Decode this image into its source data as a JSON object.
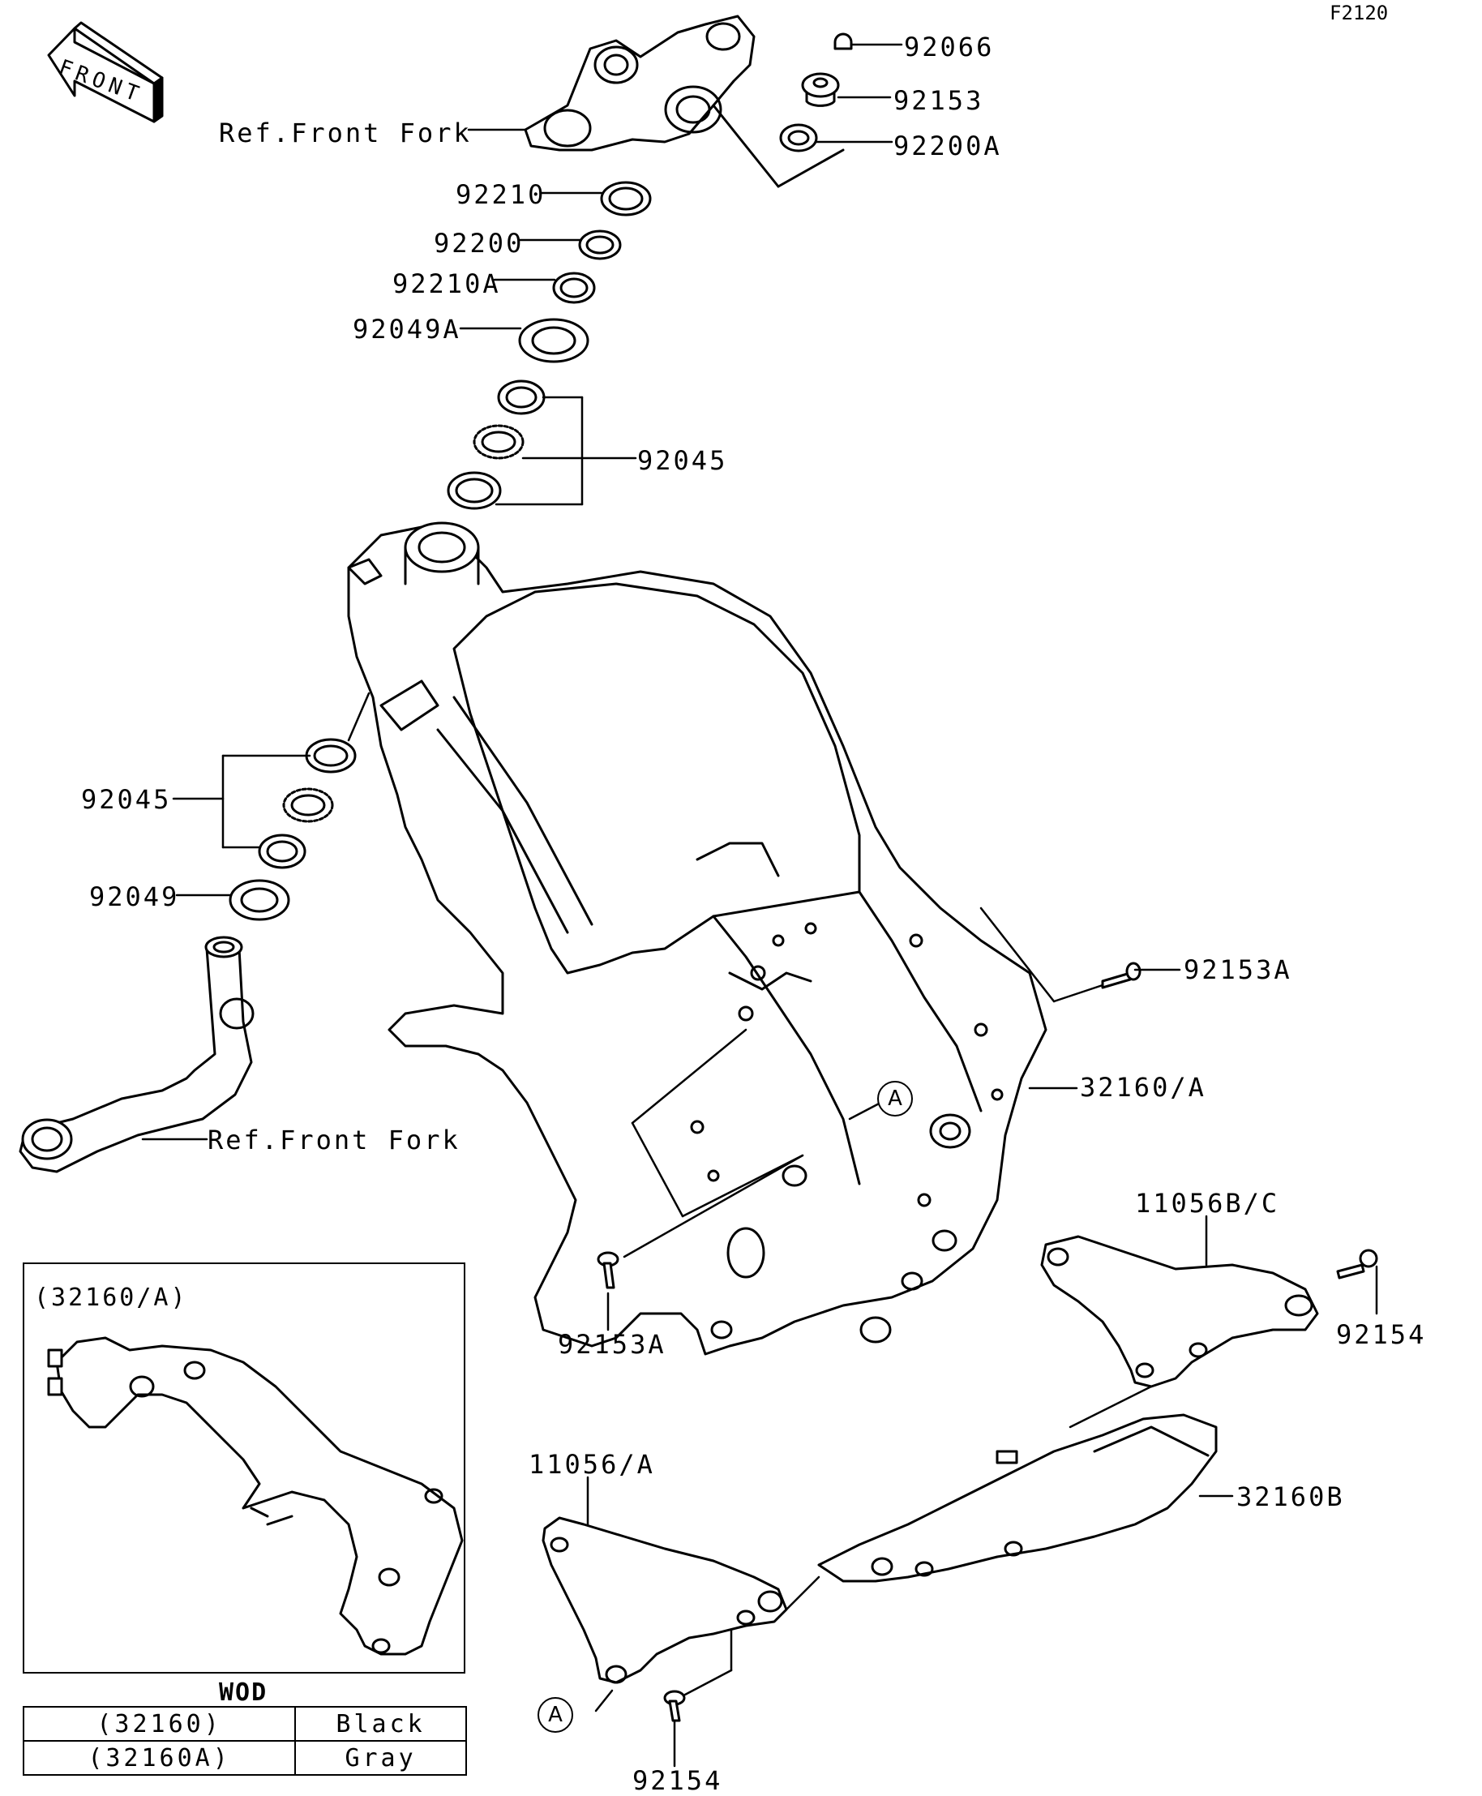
{
  "figure_code": "F2120",
  "front_badge": "FRONT",
  "callouts": {
    "c92066": "92066",
    "c92153": "92153",
    "c92200A": "92200A",
    "refFrontForkTop": "Ref.Front Fork",
    "c92210": "92210",
    "c92200": "92200",
    "c92210A": "92210A",
    "c92049A": "92049A",
    "c92045_upper": "92045",
    "c92045_lower": "92045",
    "c92049": "92049",
    "refFrontForkBottom": "Ref.Front Fork",
    "c92153A_right": "92153A",
    "c32160A": "32160/A",
    "c92153A_bottom": "92153A",
    "c11056BC": "11056B/C",
    "c92154_right": "92154",
    "c11056A": "11056/A",
    "c32160B": "32160B",
    "c92154_bottom": "92154"
  },
  "ref_marker_a": "A",
  "inset": {
    "title": "(32160/A)"
  },
  "wod": {
    "title": "WOD",
    "rows": [
      {
        "code": "(32160)",
        "color": "Black"
      },
      {
        "code": "(32160A)",
        "color": "Gray"
      }
    ]
  }
}
